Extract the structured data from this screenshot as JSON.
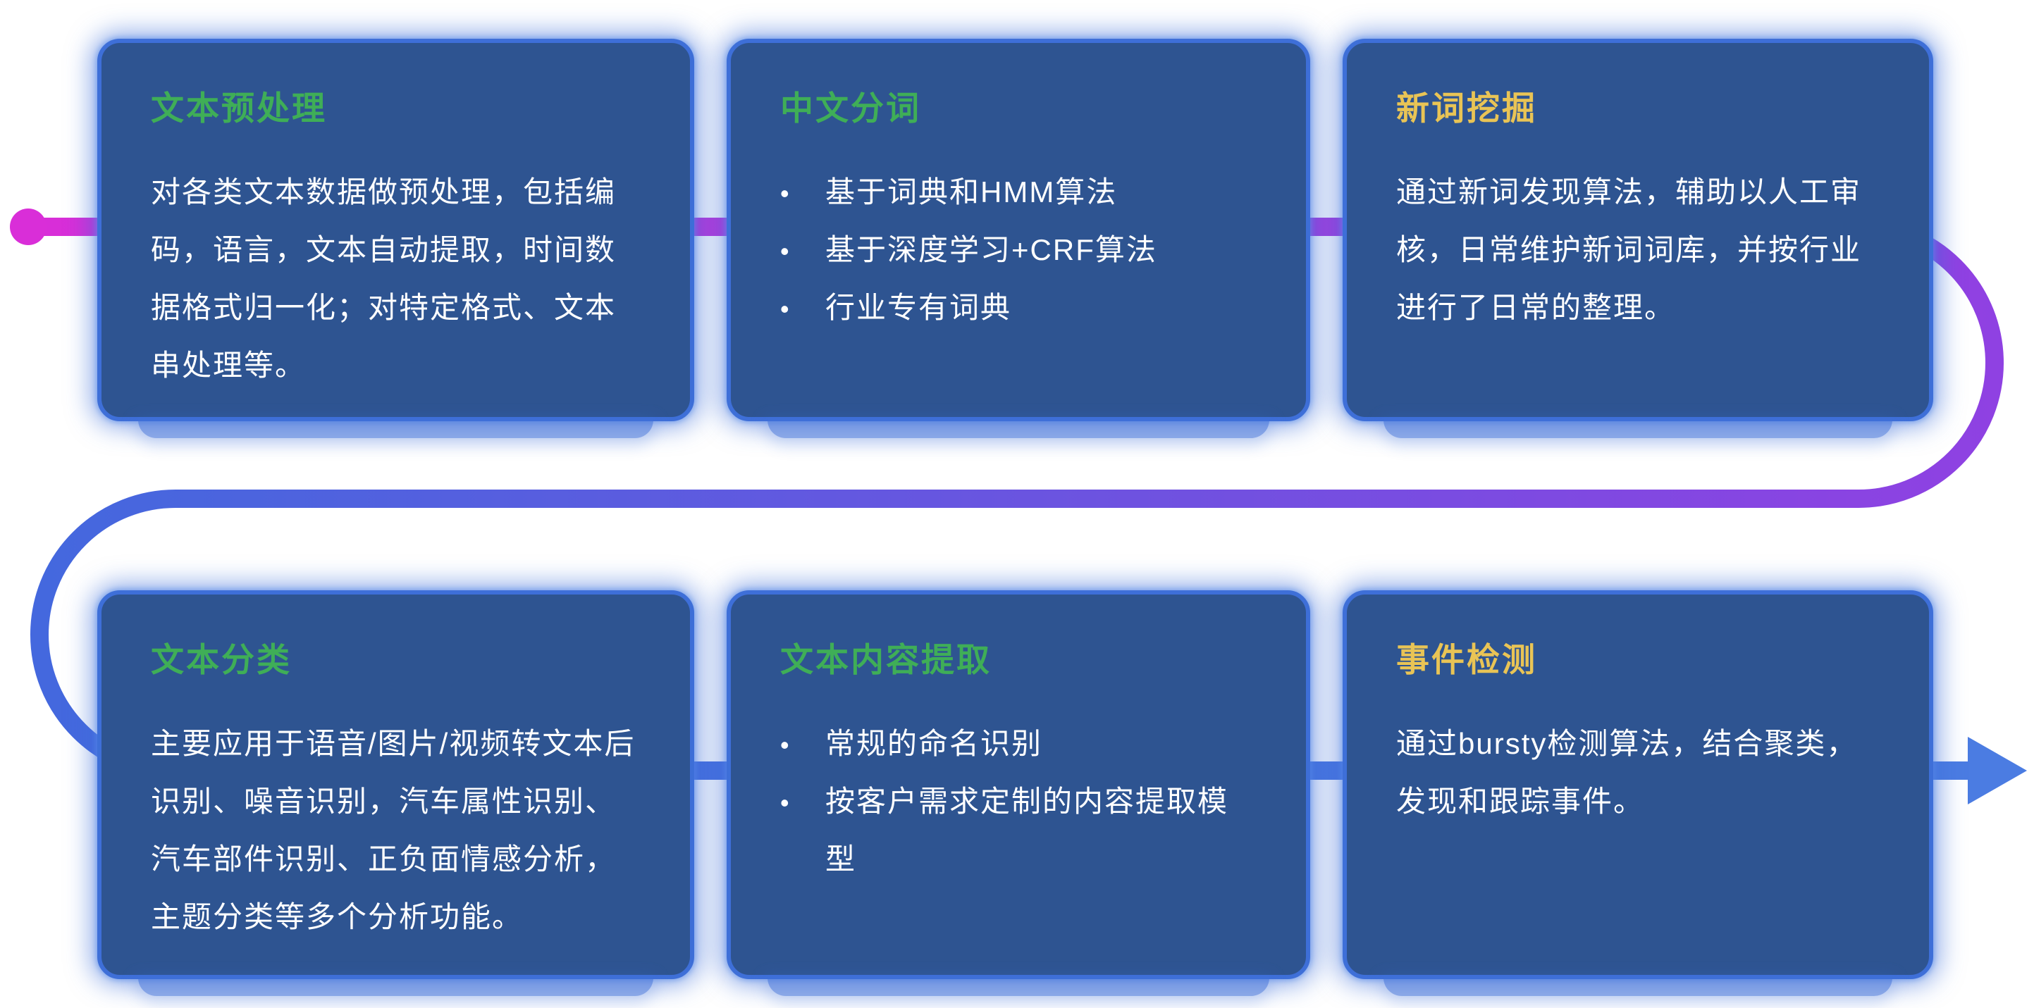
{
  "colors": {
    "page_bg": "#ffffff",
    "card_bg": "#2e5491",
    "card_border": "#3e6fd8",
    "title_green": "#3fae57",
    "title_yellow": "#e9c455",
    "body_text": "#ffffff",
    "pipe_start": "#d92ed8",
    "pipe_mid": "#8f41e2",
    "pipe_end": "#4468de",
    "pipe_arrow": "#4b7ce2"
  },
  "cards": [
    {
      "title": "文本预处理",
      "accent": "green",
      "body": "对各类文本数据做预处理，包括编码，语言，文本自动提取，时间数据格式归一化；对特定格式、文本串处理等。"
    },
    {
      "title": "中文分词",
      "accent": "green",
      "bullets": [
        "基于词典和HMM算法",
        "基于深度学习+CRF算法",
        "行业专有词典"
      ]
    },
    {
      "title": "新词挖掘",
      "accent": "yellow",
      "body": "通过新词发现算法，辅助以人工审核，日常维护新词词库，并按行业进行了日常的整理。"
    },
    {
      "title": "文本分类",
      "accent": "green",
      "body": "主要应用于语音/图片/视频转文本后识别、噪音识别，汽车属性识别、汽车部件识别、正负面情感分析，主题分类等多个分析功能。"
    },
    {
      "title": "文本内容提取",
      "accent": "green",
      "bullets": [
        "常规的命名识别",
        "按客户需求定制的内容提取模型"
      ]
    },
    {
      "title": "事件检测",
      "accent": "yellow",
      "body": "通过bursty检测算法，结合聚类，发现和跟踪事件。"
    }
  ],
  "bullet_marker": "•"
}
